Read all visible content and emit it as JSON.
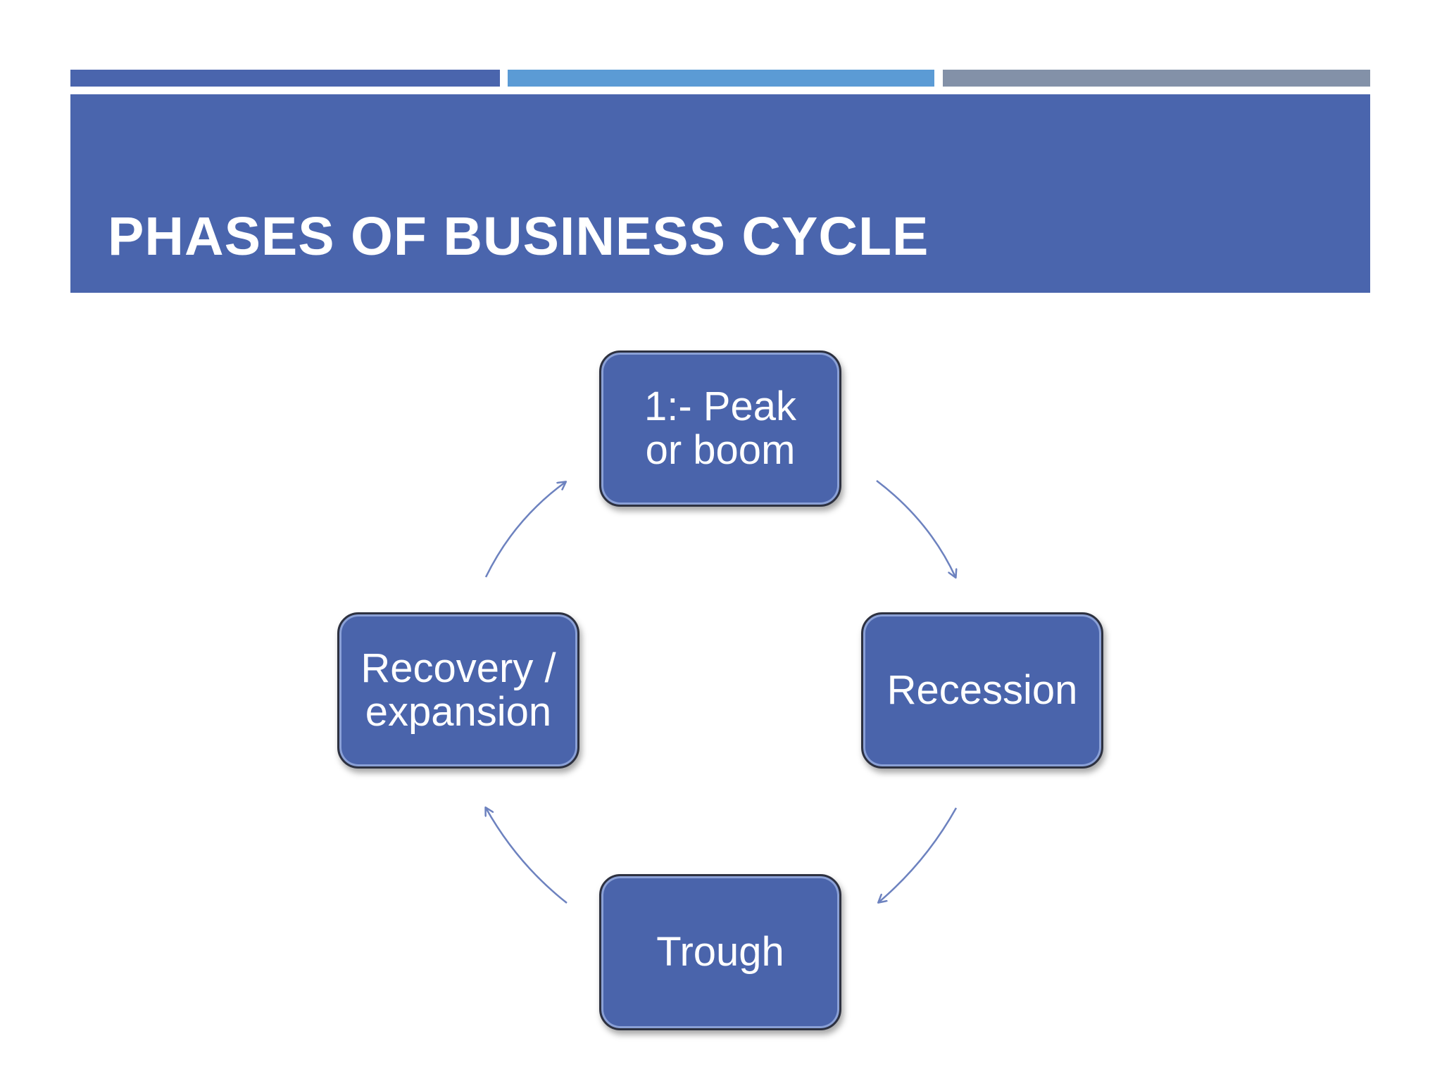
{
  "slide": {
    "title": "PHASES OF BUSINESS CYCLE"
  },
  "colors": {
    "primary_blue": "#4a65ad",
    "light_blue": "#5b9bd5",
    "slate_gray": "#8391a8",
    "box_fill": "#4a64ab",
    "arrow": "#6d82bf",
    "text_on_blue": "#ffffff"
  },
  "cycle": {
    "phases": [
      {
        "id": "peak",
        "label": "1:- Peak\nor boom"
      },
      {
        "id": "recession",
        "label": "Recession"
      },
      {
        "id": "trough",
        "label": "Trough"
      },
      {
        "id": "recovery",
        "label": "Recovery /\nexpansion"
      }
    ],
    "flow": [
      "peak",
      "recession",
      "trough",
      "recovery",
      "peak"
    ],
    "direction": "clockwise"
  }
}
